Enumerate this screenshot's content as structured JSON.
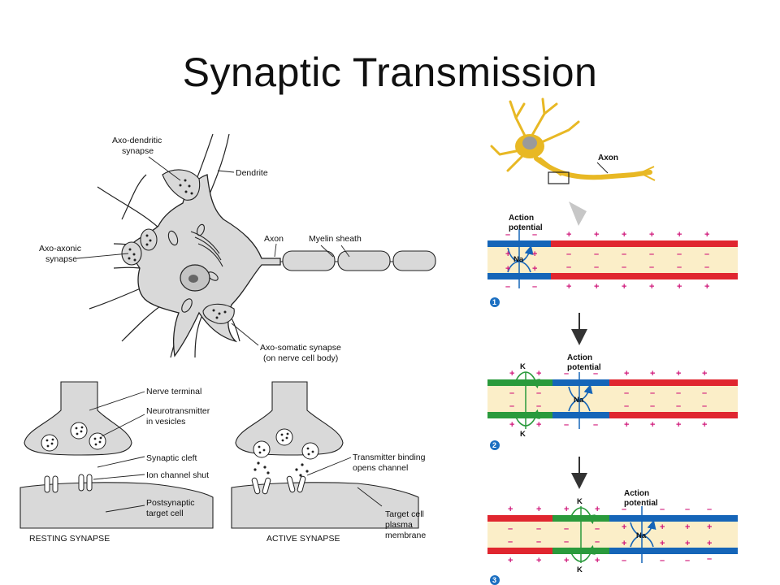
{
  "title": "Synaptic Transmission",
  "neuron_labels": {
    "axo_dendritic_1": "Axo-dendritic",
    "axo_dendritic_2": "synapse",
    "dendrite": "Dendrite",
    "axo_axonic_1": "Axo-axonic",
    "axo_axonic_2": "synapse",
    "axon": "Axon",
    "myelin": "Myelin sheath",
    "axo_somatic_1": "Axo-somatic synapse",
    "axo_somatic_2": "(on nerve cell body)"
  },
  "synapse_labels": {
    "nerve_terminal": "Nerve terminal",
    "neurotransmitter_1": "Neurotransmitter",
    "neurotransmitter_2": "in vesicles",
    "cleft": "Synaptic cleft",
    "ion_shut": "Ion channel shut",
    "postsyn_1": "Postsynaptic",
    "postsyn_2": "target cell",
    "transmitter_1": "Transmitter binding",
    "transmitter_2": "opens channel",
    "target_1": "Target cell",
    "target_2": "plasma",
    "target_3": "membrane",
    "resting": "RESTING SYNAPSE",
    "active": "ACTIVE SYNAPSE"
  },
  "action_potential": {
    "axon_label": "Axon",
    "ap_line1": "Action",
    "ap_line2": "potential",
    "na": "Na",
    "k": "K",
    "plus": "+",
    "minus": "–",
    "steps": [
      "1",
      "2",
      "3"
    ]
  },
  "colors": {
    "red": "#e0262f",
    "blue": "#1565b8",
    "green": "#2a9a3c",
    "cytoplasm": "#fbeec8",
    "charge": "#d0187a",
    "neuron_gray": "#d9d9d9",
    "step_badge": "#1b6fc1"
  }
}
